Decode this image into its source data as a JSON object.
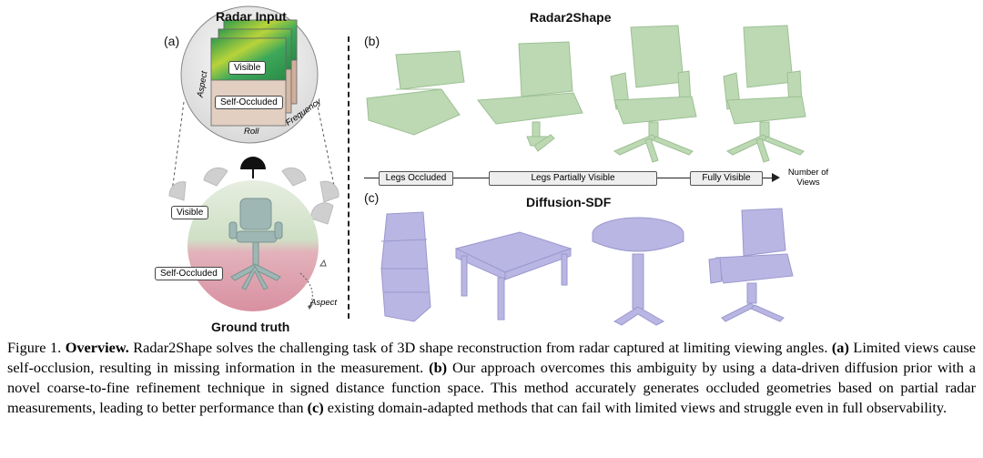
{
  "panel_a": {
    "label": "(a)",
    "radar_input_title": "Radar Input",
    "visible_tag": "Visible",
    "self_occluded_tag": "Self-Occluded",
    "axis_aspect": "Aspect",
    "axis_roll": "Roll",
    "axis_frequency": "Frequency",
    "gt_visible_tag": "Visible",
    "gt_self_occluded_tag": "Self-Occluded",
    "gt_aspect": "Aspect",
    "ground_truth_title": "Ground truth"
  },
  "panel_b": {
    "label": "(b)",
    "title": "Radar2Shape"
  },
  "timeline": {
    "stage1": "Legs Occluded",
    "stage2": "Legs Partially Visible",
    "stage3": "Fully Visible",
    "end_label_line1": "Number of",
    "end_label_line2": "Views"
  },
  "panel_c": {
    "label": "(c)",
    "title": "Diffusion-SDF"
  },
  "colors": {
    "radar2shape": "#bcd9b3",
    "diffusion_sdf": "#b9b6e3",
    "ground_truth_top": "#d8e6d2",
    "ground_truth_bottom": "#e3a9b4"
  },
  "caption": {
    "prefix": "Figure 1.",
    "heading": "Overview.",
    "s1": "Radar2Shape solves the challenging task of 3D shape reconstruction from radar captured at limiting viewing angles.",
    "a_label": "(a)",
    "a_text": "Limited views cause self-occlusion, resulting in missing information in the measurement.",
    "b_label": "(b)",
    "b_text": "Our approach overcomes this ambiguity by using a data-driven diffusion prior with a novel coarse-to-fine refinement technique in signed distance function space. This method accurately generates occluded geometries based on partial radar measurements, leading to better performance than",
    "c_label": "(c)",
    "c_text": "existing domain-adapted methods that can fail with limited views and struggle even in full observability."
  }
}
